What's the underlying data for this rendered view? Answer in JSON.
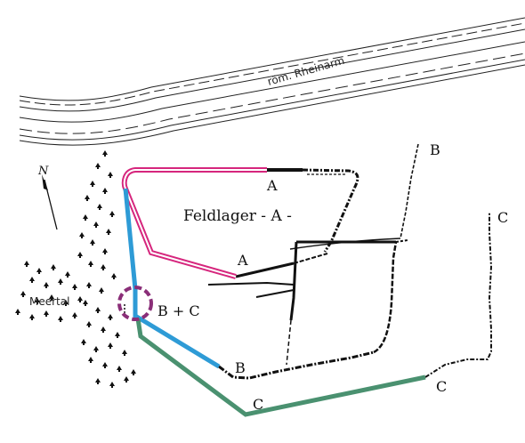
{
  "labels": {
    "river": "röm. Rheinarm",
    "camp": "Feldlager - A -",
    "valley": "Meertal",
    "north": "N",
    "a_top": "A",
    "a_mid": "A",
    "b_top": "B",
    "b_low": "B",
    "bc": "B + C",
    "c_right": "C",
    "c_mid": "C",
    "c_low": "C"
  },
  "colors": {
    "line_a": "#d6267d",
    "line_b": "#2e9bd6",
    "line_c": "#4a9170",
    "circle": "#8a2e78",
    "ink": "#111111"
  }
}
